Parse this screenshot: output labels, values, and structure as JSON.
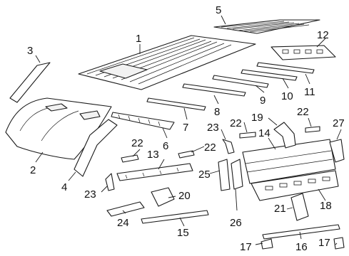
{
  "diagram": {
    "callouts": [
      {
        "id": "c1",
        "text": "1"
      },
      {
        "id": "c2",
        "text": "2"
      },
      {
        "id": "c3",
        "text": "3"
      },
      {
        "id": "c4",
        "text": "4"
      },
      {
        "id": "c5",
        "text": "5"
      },
      {
        "id": "c6",
        "text": "6"
      },
      {
        "id": "c7",
        "text": "7"
      },
      {
        "id": "c8",
        "text": "8"
      },
      {
        "id": "c9",
        "text": "9"
      },
      {
        "id": "c10",
        "text": "10"
      },
      {
        "id": "c11",
        "text": "11"
      },
      {
        "id": "c12",
        "text": "12"
      },
      {
        "id": "c13",
        "text": "13"
      },
      {
        "id": "c14",
        "text": "14"
      },
      {
        "id": "c15",
        "text": "15"
      },
      {
        "id": "c16",
        "text": "16"
      },
      {
        "id": "c17a",
        "text": "17"
      },
      {
        "id": "c17b",
        "text": "17"
      },
      {
        "id": "c18",
        "text": "18"
      },
      {
        "id": "c19",
        "text": "19"
      },
      {
        "id": "c20",
        "text": "20"
      },
      {
        "id": "c21",
        "text": "21"
      },
      {
        "id": "c22a",
        "text": "22"
      },
      {
        "id": "c22b",
        "text": "22"
      },
      {
        "id": "c22c",
        "text": "22"
      },
      {
        "id": "c22d",
        "text": "22"
      },
      {
        "id": "c23a",
        "text": "23"
      },
      {
        "id": "c23b",
        "text": "23"
      },
      {
        "id": "c24",
        "text": "24"
      },
      {
        "id": "c25",
        "text": "25"
      },
      {
        "id": "c26",
        "text": "26"
      },
      {
        "id": "c27",
        "text": "27"
      }
    ]
  }
}
